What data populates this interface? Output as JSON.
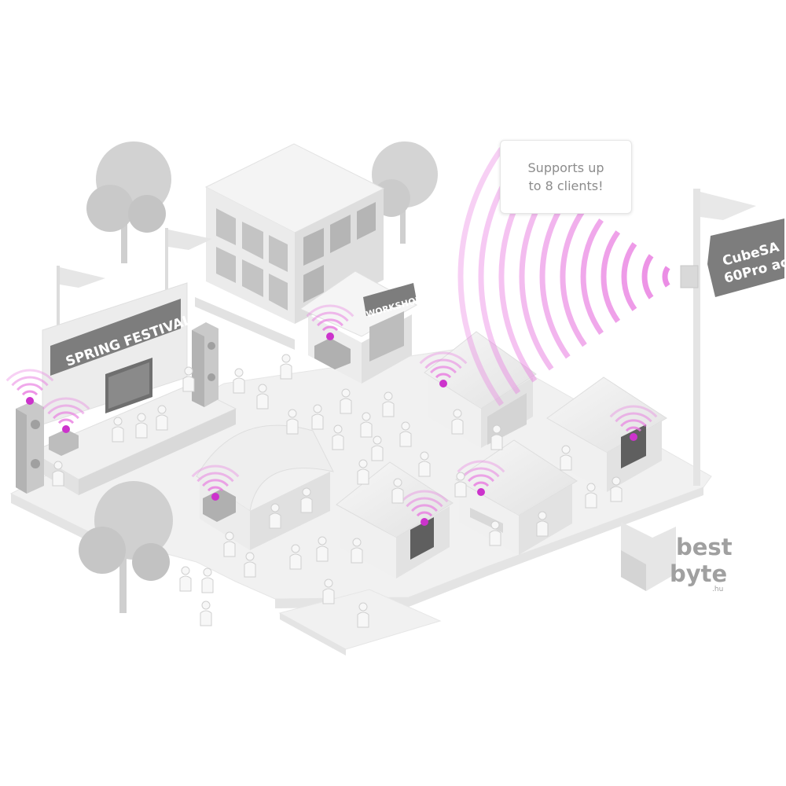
{
  "callout": {
    "line1": "Supports up",
    "line2": "to 8 clients!"
  },
  "stage": {
    "banner": "SPRING FESTIVAL"
  },
  "workshop": {
    "sign": "WORKSHOP"
  },
  "antenna_flag": {
    "line1": "CubeSA",
    "line2": "60Pro ac"
  },
  "logo": {
    "word1": "best",
    "word2": "byte",
    "suffix": ".hu"
  },
  "colors": {
    "signal": "#e879e0",
    "dot": "#cc33cc",
    "ground": "#f2f2f2",
    "building": "#ececec",
    "window": "#bdbdbd",
    "tree": "#cfcfcf",
    "people": "#f4f4f4",
    "sign": "#7d7d7d",
    "logo": "#9a9a9a"
  },
  "clients": {
    "count": 8
  }
}
